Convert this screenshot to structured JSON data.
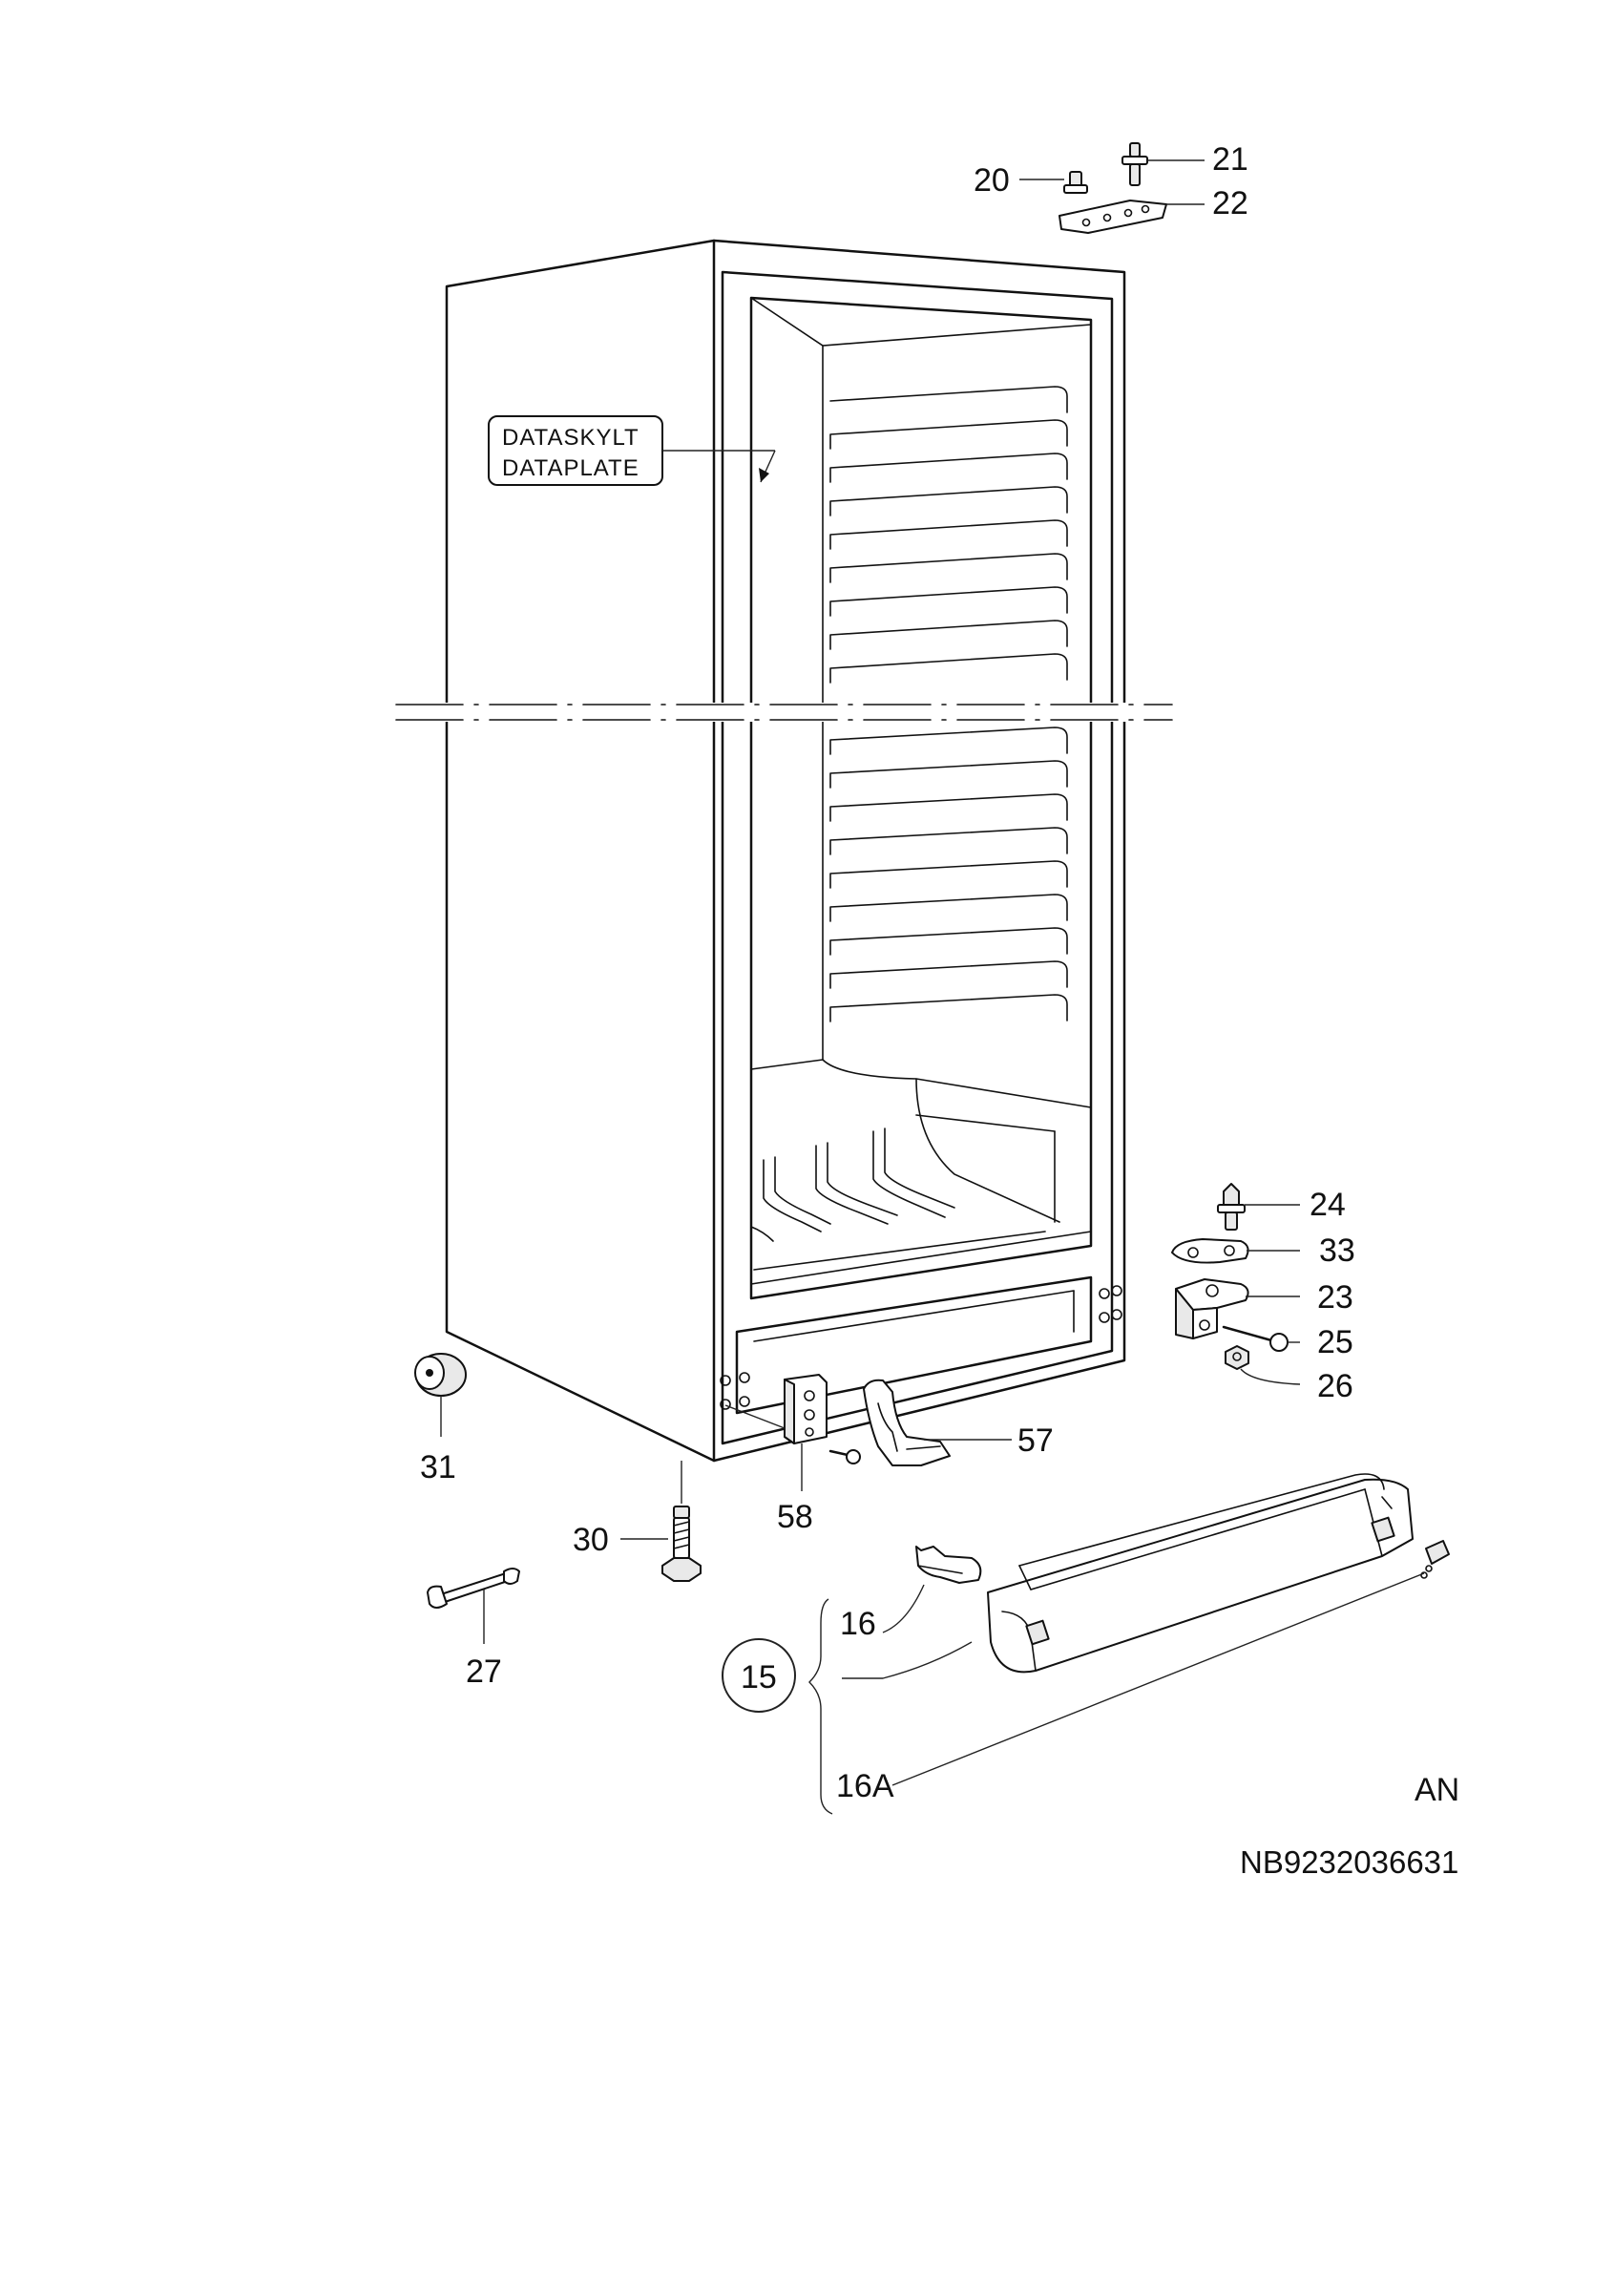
{
  "diagram": {
    "data_plate_box": {
      "line1": "DATASKYLT",
      "line2": "DATAPLATE"
    },
    "parts": {
      "p20": "20",
      "p21": "21",
      "p22": "22",
      "p24": "24",
      "p33": "33",
      "p23": "23",
      "p25": "25",
      "p26": "26",
      "p31": "31",
      "p57": "57",
      "p58": "58",
      "p30": "30",
      "p27": "27",
      "p16": "16",
      "p15": "15",
      "p16a": "16A"
    },
    "variant_code": "AN",
    "drawing_number": "NB9232036631"
  }
}
